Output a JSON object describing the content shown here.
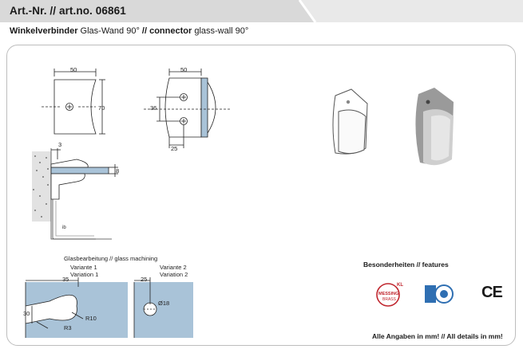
{
  "header": {
    "article_label": "Art.-Nr. // art.no. 06861"
  },
  "product": {
    "name_de_bold": "Winkelverbinder",
    "name_de": " Glas-Wand 90° ",
    "separator": "// ",
    "name_en_bold": "connector",
    "name_en": " glass-wall 90°"
  },
  "drawing_front": {
    "dim_width": "50",
    "dim_height": "70"
  },
  "drawing_side": {
    "dim_width": "50",
    "dim_height": "36",
    "dim_bottom": "25"
  },
  "drawing_section": {
    "dim_wall": "3",
    "dim_glass": "8",
    "floor_label": "ib"
  },
  "glass_processing": {
    "title": "Glasbearbeitung // glass machining",
    "variant1_de": "Variante 1",
    "variant1_en": "Variation 1",
    "variant2_de": "Variante 2",
    "variant2_en": "Variation 2",
    "v1_dim_width": "35",
    "v1_dim_height": "30",
    "v1_radius_inner": "R10",
    "v1_radius_corner": "R3",
    "v2_dim_width": "25",
    "v2_dim_hole": "Ø18"
  },
  "features": {
    "title": "Besonderheiten // features",
    "brass_badge_top": "KL",
    "brass_badge_text": "MESSING",
    "brass_badge_sub": "BRASS",
    "ce_mark": "CE"
  },
  "footer": {
    "note": "Alle Angaben in mm! // All details in mm!"
  },
  "colors": {
    "header_band": "#d9d9d9",
    "panel_border": "#bdbdbd",
    "glass_blue": "#a9c3d8",
    "badge_red": "#c0262e",
    "badge_blue": "#2f6fb2"
  }
}
